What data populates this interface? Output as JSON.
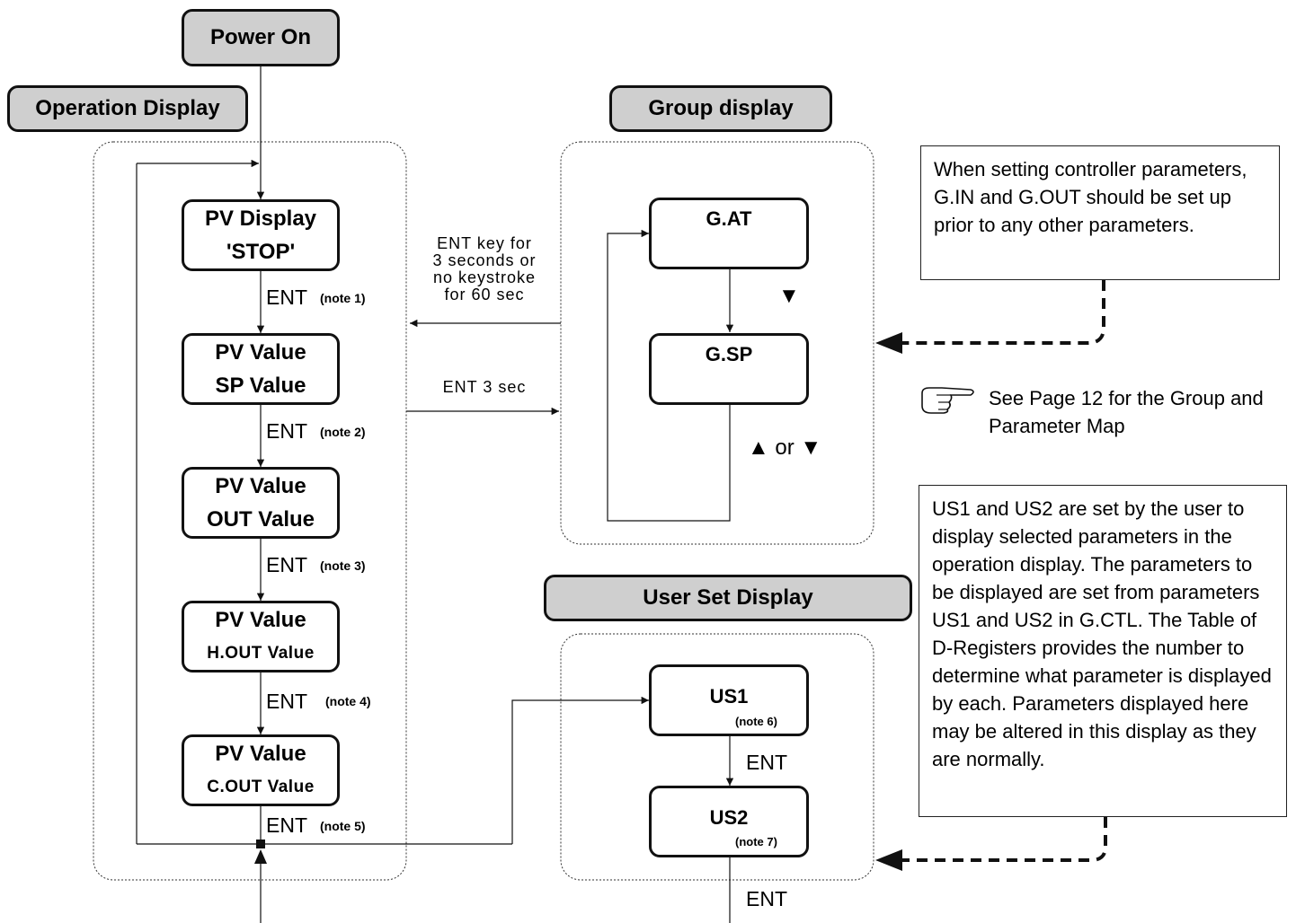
{
  "headers": {
    "power_on": "Power On",
    "operation_display": "Operation Display",
    "group_display": "Group display",
    "user_set_display": "User Set Display"
  },
  "operation": {
    "box1": {
      "line1": "PV Display",
      "line2": "'STOP'"
    },
    "box2": {
      "line1": "PV Value",
      "line2": "SP Value"
    },
    "box3": {
      "line1": "PV Value",
      "line2": "OUT Value"
    },
    "box4": {
      "line1": "PV Value",
      "line2": "H.OUT Value"
    },
    "box5": {
      "line1": "PV Value",
      "line2": "C.OUT Value"
    }
  },
  "transitions": {
    "ent": "ENT",
    "note1": "(note 1)",
    "note2": "(note 2)",
    "note3": "(note 3)",
    "note4": "(note 4)",
    "note5": "(note 5)"
  },
  "group": {
    "gat": "G.AT",
    "gsp": "G.SP",
    "down_arrow": "▼",
    "up_or_down": "▲ or ▼"
  },
  "links": {
    "to_operation": [
      "ENT key for",
      "3 seconds or",
      "no keystroke",
      "for 60 sec"
    ],
    "to_group": "ENT 3 sec"
  },
  "user_set": {
    "us1": "US1",
    "us1_note": "(note 6)",
    "us2": "US2",
    "us2_note": "(note 7)",
    "ent": "ENT",
    "ent_bottom": "ENT"
  },
  "notes": {
    "setup_note": "When setting controller parameters, G.IN and G.OUT should be set up prior to any other parameters.",
    "see_page": "See Page 12 for the Group and Parameter Map",
    "pointer_icon": "pointing-hand-icon",
    "us_note": "US1 and US2 are set by the user to display selected parameters in the operation display.  The parameters to be displayed are set from parameters US1 and US2 in G.CTL.  The Table of D-Registers provides the number to determine what parameter is displayed by each.  Parameters displayed here may be altered in this display as they are normally."
  }
}
